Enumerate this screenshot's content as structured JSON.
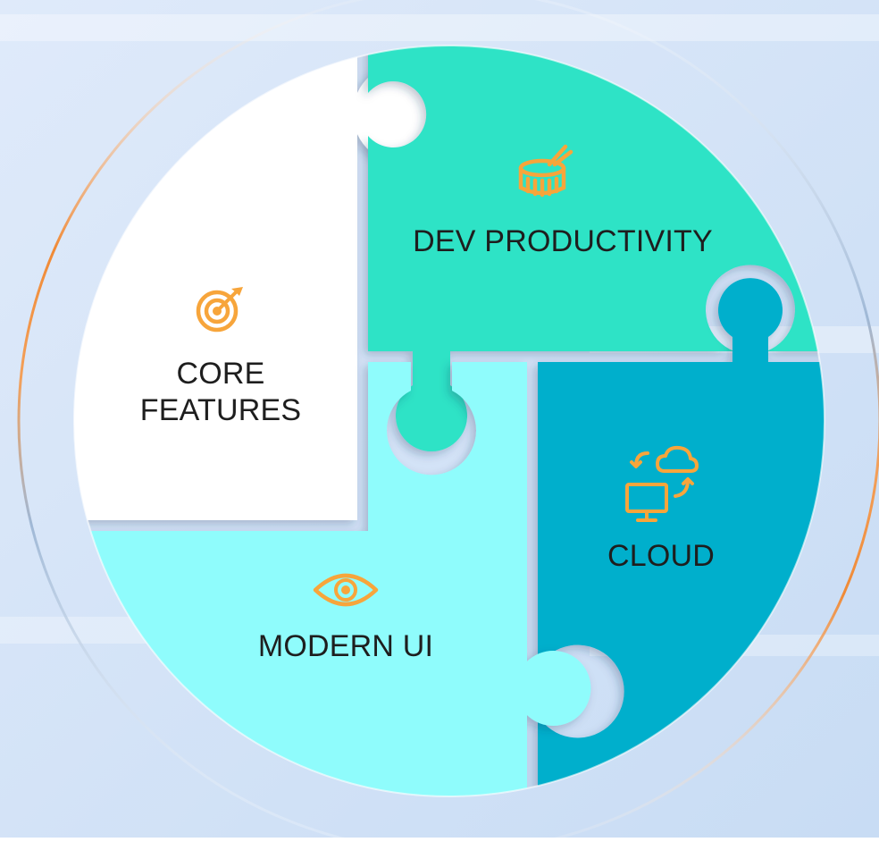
{
  "colors": {
    "background": "#d6e6fa",
    "accent_icon": "#f7a53b",
    "ring_orange": "#f08a36",
    "text": "#1e1e1e"
  },
  "pieces": [
    {
      "id": "core-features",
      "label": "CORE\nFEATURES",
      "color": "#ffffff",
      "icon": "target-icon"
    },
    {
      "id": "dev-productivity",
      "label": "DEV PRODUCTIVITY",
      "color": "#2ee3c6",
      "icon": "drum-icon"
    },
    {
      "id": "cloud",
      "label": "CLOUD",
      "color": "#00afcc",
      "icon": "cloud-sync-icon"
    },
    {
      "id": "modern-ui",
      "label": "MODERN UI",
      "color": "#8ffcfc",
      "icon": "eye-icon"
    }
  ]
}
